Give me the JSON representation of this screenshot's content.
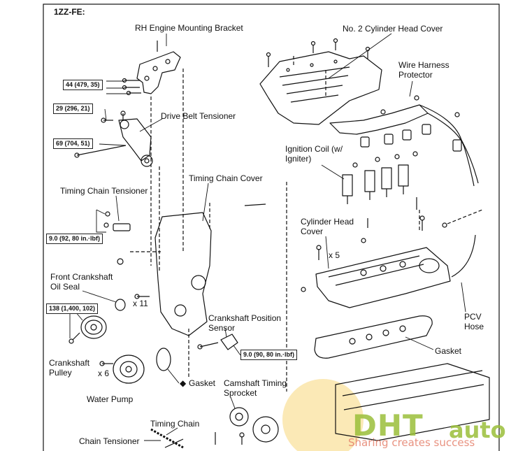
{
  "header": {
    "engine_code": "1ZZ-FE:"
  },
  "labels": {
    "rh_engine_mounting_bracket": "RH Engine Mounting Bracket",
    "no2_cylinder_head_cover": "No. 2 Cylinder Head Cover",
    "wire_harness_protector": "Wire Harness Protector",
    "drive_belt_tensioner": "Drive Belt Tensioner",
    "ignition_coil": "Ignition Coil (w/ Igniter)",
    "timing_chain_cover": "Timing Chain Cover",
    "timing_chain_tensioner": "Timing Chain Tensioner",
    "cylinder_head_cover": "Cylinder Head Cover",
    "x5": "x 5",
    "front_crankshaft_oil_seal": "Front Crankshaft Oil Seal",
    "x11": "x 11",
    "crankshaft_position_sensor": "Crankshaft Position Sensor",
    "pcv_hose": "PCV Hose",
    "gasket_head": "Gasket",
    "crankshaft_pulley": "Crankshaft Pulley",
    "x6": "x 6",
    "gasket_cover": "Gasket",
    "camshaft_timing_sprocket": "Camshaft Timing Sprocket",
    "water_pump": "Water Pump",
    "timing_chain": "Timing Chain",
    "chain_tensioner": "Chain Tensioner"
  },
  "torques": {
    "t44": "44 (479, 35)",
    "t29": "29 (296, 21)",
    "t69": "69 (704, 51)",
    "t9_tensioner": "9.0 (92, 80 in.·lbf)",
    "t138": "138 (1,400, 102)",
    "t9_sensor": "9.0 (90, 80 in.·lbf)"
  },
  "symbols": {
    "non_reusable": "◆"
  },
  "watermark": {
    "brand_left": "DHT",
    "brand_right": "auto",
    "slogan": "Sharing creates success"
  },
  "colors": {
    "line": "#111111",
    "watermark_yellow": "#f2c84b",
    "watermark_green": "#9bbf3a",
    "watermark_red": "#e57f6a"
  }
}
